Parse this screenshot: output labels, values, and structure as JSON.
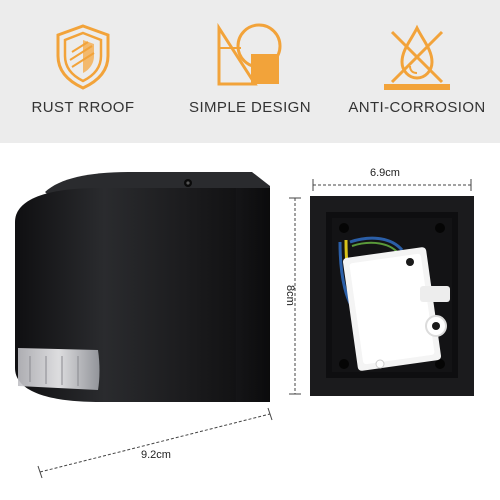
{
  "features": [
    {
      "label": "RUST RROOF",
      "icon": "shield-icon"
    },
    {
      "label": "SIMPLE DESIGN",
      "icon": "geometry-icon"
    },
    {
      "label": "ANTI-CORROSION",
      "icon": "no-liquid-icon"
    }
  ],
  "dimensions": {
    "width": "6.9cm",
    "height": "8cm",
    "depth": "9.2cm"
  },
  "colors": {
    "accent": "#f2a33a",
    "band": "#ececec",
    "housing": "#1d1d1f"
  }
}
